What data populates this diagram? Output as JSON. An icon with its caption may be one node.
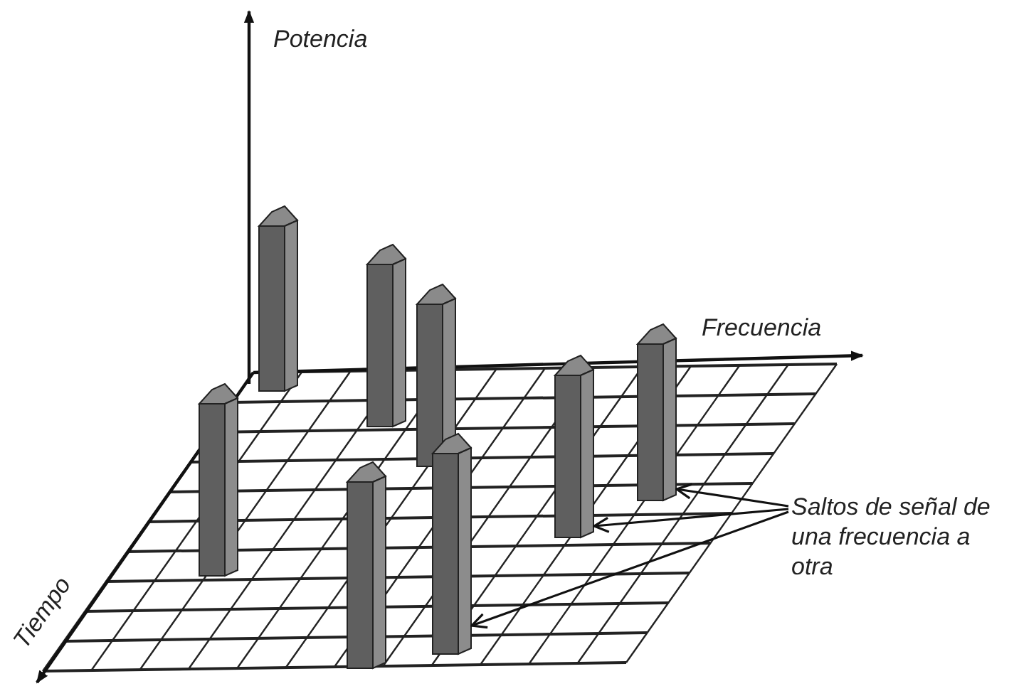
{
  "diagram": {
    "nodes": [
      {
        "text": [],
        "shape": "bar"
      },
      {
        "text": [],
        "shape": "bar"
      },
      {
        "text": [],
        "shape": "bar"
      },
      {
        "text": [],
        "shape": "bar"
      },
      {
        "text": [],
        "shape": "bar"
      },
      {
        "text": [],
        "shape": "bar"
      },
      {
        "text": [],
        "shape": "bar"
      },
      {
        "text": [],
        "shape": "bar"
      },
      {
        "text": [
          "Saltos de señal de una frecuencia a otra"
        ]
      }
    ],
    "edges": [
      {
        "from": 8,
        "to": 4,
        "arrow": "to"
      },
      {
        "from": 8,
        "to": 5,
        "arrow": "to"
      },
      {
        "from": 8,
        "to": 7,
        "arrow": "to"
      }
    ],
    "labels": [
      "Potencia",
      "Frecuencia",
      "Tiempo"
    ]
  }
}
